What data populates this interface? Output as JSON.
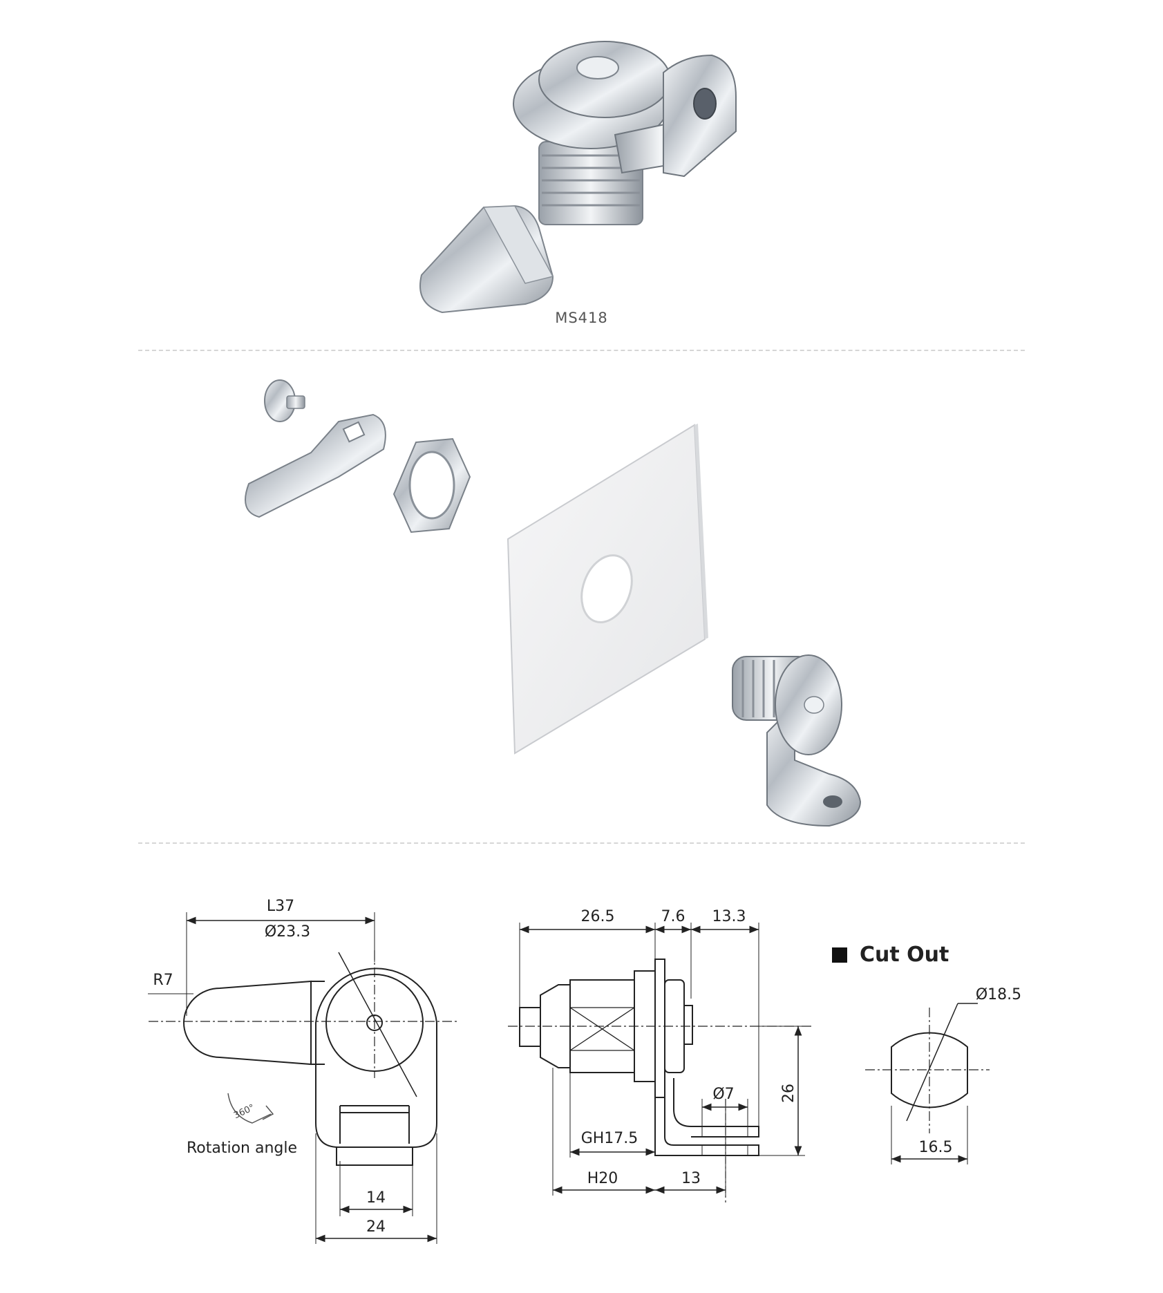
{
  "product": {
    "model": "MS418"
  },
  "cutout": {
    "title": "Cut Out"
  },
  "dimensions": {
    "L": "L37",
    "dia_body": "Ø23.3",
    "R": "R7",
    "rot_badge": "360°",
    "rot_label": "Rotation angle",
    "w14": "14",
    "w24": "24",
    "d26_5": "26.5",
    "d7_6": "7.6",
    "d13_3": "13.3",
    "h26": "26",
    "dia7": "Ø7",
    "gh": "GH17.5",
    "h20": "H20",
    "d13": "13",
    "dia_cut": "Ø18.5",
    "flat": "16.5"
  },
  "colors": {
    "metal": "#c7ccd2",
    "line": "#222222"
  }
}
